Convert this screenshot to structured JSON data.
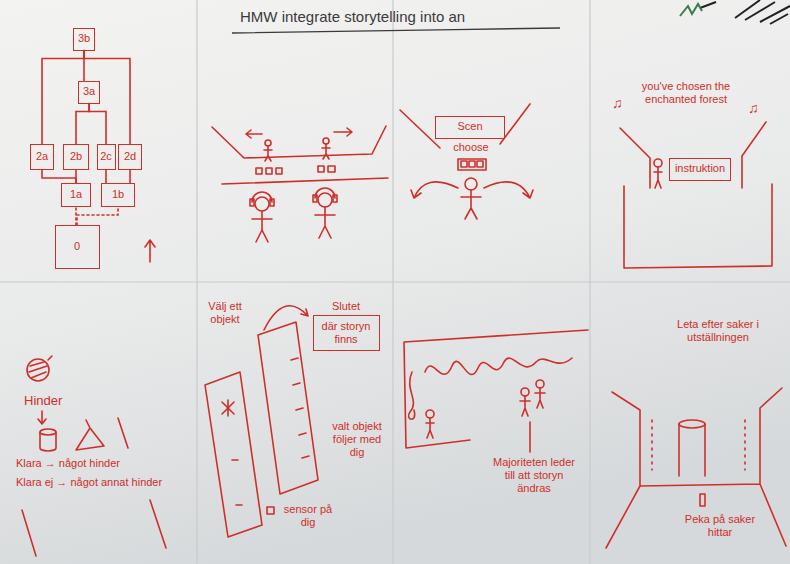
{
  "diagram": {
    "title": "HMW integrate storytelling into an",
    "nodes": [
      {
        "text": [
          "3b"
        ]
      },
      {
        "text": [
          "3a"
        ]
      },
      {
        "text": [
          "2a"
        ]
      },
      {
        "text": [
          "2b"
        ]
      },
      {
        "text": [
          "2c"
        ]
      },
      {
        "text": [
          "2d"
        ]
      },
      {
        "text": [
          "1a"
        ]
      },
      {
        "text": [
          "1b"
        ]
      },
      {
        "text": [
          "0"
        ]
      },
      {
        "text": [
          "Scen"
        ]
      },
      {
        "text": [
          "instruktion"
        ]
      },
      {
        "text": [
          "Slutet",
          "där storyn finns"
        ]
      }
    ],
    "edges": [
      {
        "from": 8,
        "to": 6,
        "arrow": "none"
      },
      {
        "from": 8,
        "to": 7,
        "arrow": "none"
      },
      {
        "from": 6,
        "to": 2,
        "arrow": "none"
      },
      {
        "from": 6,
        "to": 3,
        "arrow": "none"
      },
      {
        "from": 7,
        "to": 4,
        "arrow": "none"
      },
      {
        "from": 7,
        "to": 5,
        "arrow": "none"
      },
      {
        "from": 3,
        "to": 1,
        "arrow": "none"
      },
      {
        "from": 4,
        "to": 1,
        "arrow": "none"
      },
      {
        "from": 1,
        "to": 0,
        "arrow": "none"
      },
      {
        "from": 2,
        "to": 0,
        "arrow": "none"
      },
      {
        "from": 5,
        "to": 0,
        "arrow": "none"
      }
    ],
    "labels": [
      "choose",
      "♫",
      "you've chosen the enchanted forest",
      "♫",
      "Hinder",
      "Klara → något hinder",
      "Klara ej → något annat hinder",
      "Välj ett objekt",
      "valt objekt följer med dig",
      "sensor på dig",
      "Majoriteten leder till att storyn ändras",
      "Leta efter saker i utställningen",
      "Peka på saker hittar"
    ]
  }
}
